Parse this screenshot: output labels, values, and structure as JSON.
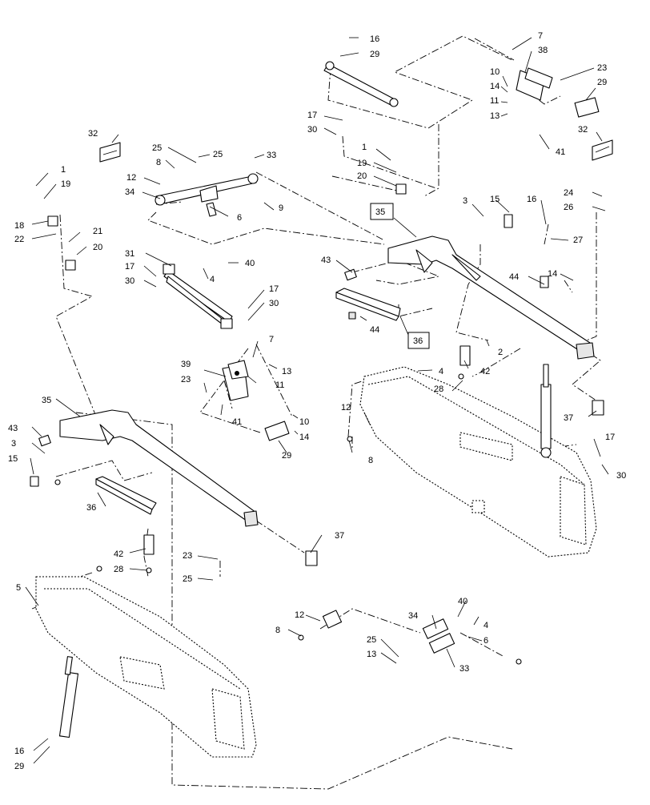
{
  "callouts": {
    "c16a": "16",
    "c29a": "29",
    "c7a": "7",
    "c38": "38",
    "c10a": "10",
    "c14a": "14",
    "c23a": "23",
    "c29b": "29",
    "c11a": "11",
    "c13a": "13",
    "c17a": "17",
    "c30a": "30",
    "c32a": "32",
    "c41a": "41",
    "c32b": "32",
    "c25a": "25",
    "c25b": "25",
    "c33a": "33",
    "c8a": "8",
    "c12a": "12",
    "c34a": "34",
    "c9": "9",
    "c6a": "6",
    "c1a": "1",
    "c19a": "19",
    "c20a": "20",
    "c1b": "1",
    "c19b": "19",
    "c18": "18",
    "c22": "22",
    "c21": "21",
    "c20b": "20",
    "c3a": "3",
    "c15a": "15",
    "c16b": "16",
    "c24": "24",
    "c26": "26",
    "c27": "27",
    "c35a": "35",
    "c31": "31",
    "c17b": "17",
    "c30b": "30",
    "c40a": "40",
    "c4a": "4",
    "c17c": "17",
    "c30c": "30",
    "c43a": "43",
    "c44a": "44",
    "c14b": "14",
    "c44b": "44",
    "c36a": "36",
    "c2": "2",
    "c7b": "7",
    "c13b": "13",
    "c39": "39",
    "c23b": "23",
    "c11b": "11",
    "c41b": "41",
    "c10b": "10",
    "c14c": "14",
    "c29c": "29",
    "c4b": "4",
    "c42a": "42",
    "c28a": "28",
    "c12b": "12",
    "c8b": "8",
    "c37a": "37",
    "c17d": "17",
    "c30d": "30",
    "c35b": "35",
    "c43b": "43",
    "c3b": "3",
    "c15b": "15",
    "c36b": "36",
    "c37b": "37",
    "c42b": "42",
    "c28b": "28",
    "c23c": "23",
    "c25c": "25",
    "c5": "5",
    "c40b": "40",
    "c4c": "4",
    "c12c": "12",
    "c8c": "8",
    "c34b": "34",
    "c6b": "6",
    "c25d": "25",
    "c13c": "13",
    "c33b": "33",
    "c16c": "16",
    "c29d": "29"
  }
}
